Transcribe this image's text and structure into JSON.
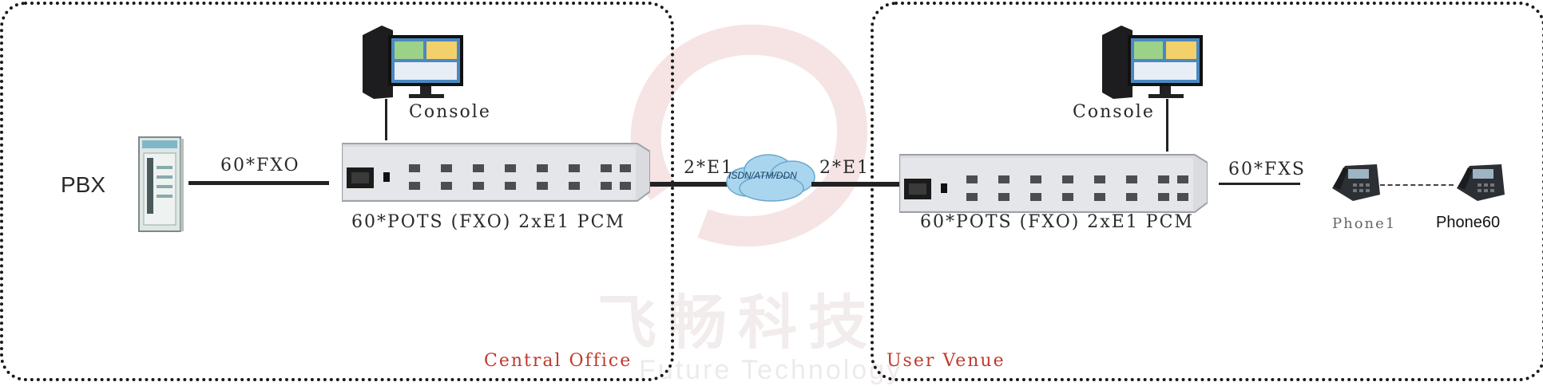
{
  "labels": {
    "pbx": "PBX",
    "pbx_link": "60*FXO",
    "console_left": "Console",
    "device_left": "60*POTS (FXO) 2xE1 PCM",
    "e1_left": "2*E1",
    "cloud": "ISDN/ATM/DDN",
    "e1_right": "2*E1",
    "console_right": "Console",
    "device_right": "60*POTS (FXO) 2xE1 PCM",
    "fxs_link": "60*FXS",
    "phone1": "Phone1",
    "phone60": "Phone60",
    "zone_left": "Central Office",
    "zone_right": "User Venue"
  },
  "watermark": {
    "chinese": "飞畅科技",
    "english": "Future Technology"
  },
  "colors": {
    "zone_label": "#c0392b",
    "line": "#222222",
    "device": "#dcdde0",
    "cloud": "#9fd0ea"
  }
}
